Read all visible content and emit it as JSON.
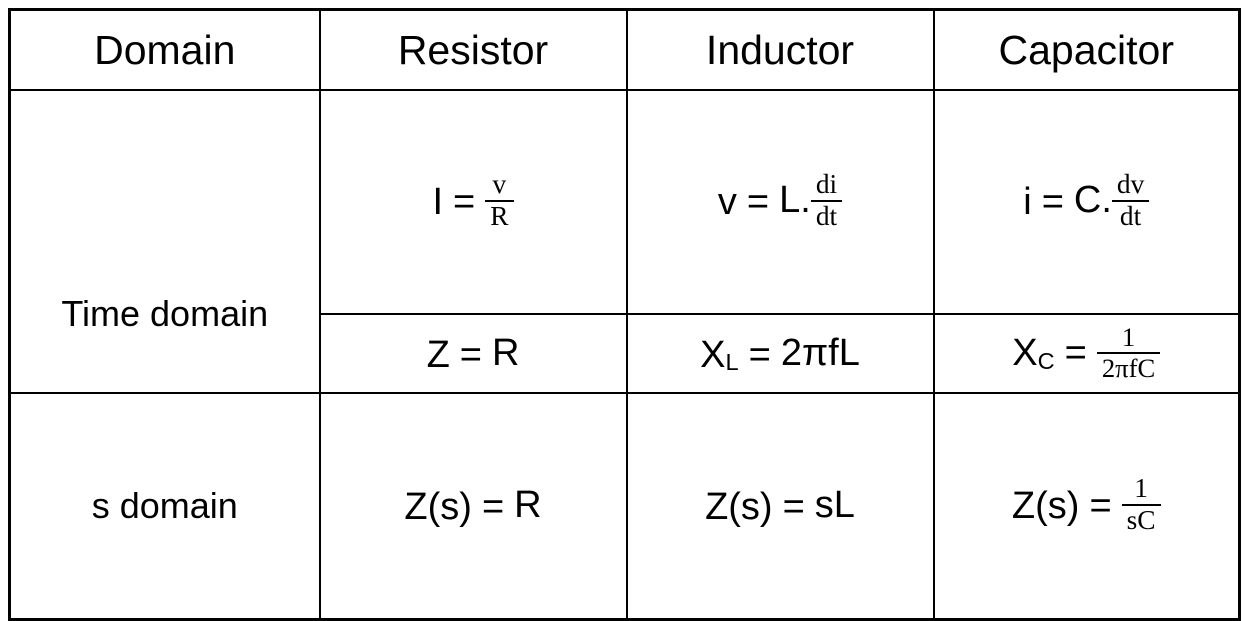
{
  "table": {
    "columns": [
      {
        "key": "domain",
        "label": "Domain"
      },
      {
        "key": "resistor",
        "label": "Resistor"
      },
      {
        "key": "inductor",
        "label": "Inductor"
      },
      {
        "key": "capacitor",
        "label": "Capacitor"
      }
    ],
    "rows": {
      "time_domain": {
        "label": "Time domain",
        "differential": {
          "resistor": {
            "lhs": "I",
            "op": "=",
            "coefficient": "",
            "numerator": "v",
            "denominator": "R",
            "plain": "I = v/R"
          },
          "inductor": {
            "lhs": "v",
            "op": "=",
            "coefficient": "L.",
            "numerator": "di",
            "denominator": "dt",
            "plain": "v = L.di/dt"
          },
          "capacitor": {
            "lhs": "i",
            "op": "=",
            "coefficient": "C.",
            "numerator": "dv",
            "denominator": "dt",
            "plain": "i = C.dv/dt"
          }
        },
        "reactance": {
          "resistor": {
            "lhs": "Z",
            "sub": "",
            "op": "=",
            "rhs": "R",
            "plain": "Z = R"
          },
          "inductor": {
            "lhs": "X",
            "sub": "L",
            "op": "=",
            "rhs": "2πfL",
            "plain": "X_L = 2πfL"
          },
          "capacitor": {
            "lhs": "X",
            "sub": "C",
            "op": "=",
            "numerator": "1",
            "denominator": "2πfC",
            "plain": "X_C = 1/(2πfC)"
          }
        }
      },
      "s_domain": {
        "label": "s domain",
        "impedance": {
          "resistor": {
            "lhs": "Z(s)",
            "op": "=",
            "rhs": "R",
            "plain": "Z(s) = R"
          },
          "inductor": {
            "lhs": "Z(s)",
            "op": "=",
            "rhs": "sL",
            "plain": "Z(s) = sL"
          },
          "capacitor": {
            "lhs": "Z(s)",
            "op": "=",
            "numerator": "1",
            "denominator": "sC",
            "plain": "Z(s) = 1/sC"
          }
        }
      }
    }
  },
  "style": {
    "border_color": "#000000",
    "text_color": "#000000",
    "background": "#ffffff"
  }
}
